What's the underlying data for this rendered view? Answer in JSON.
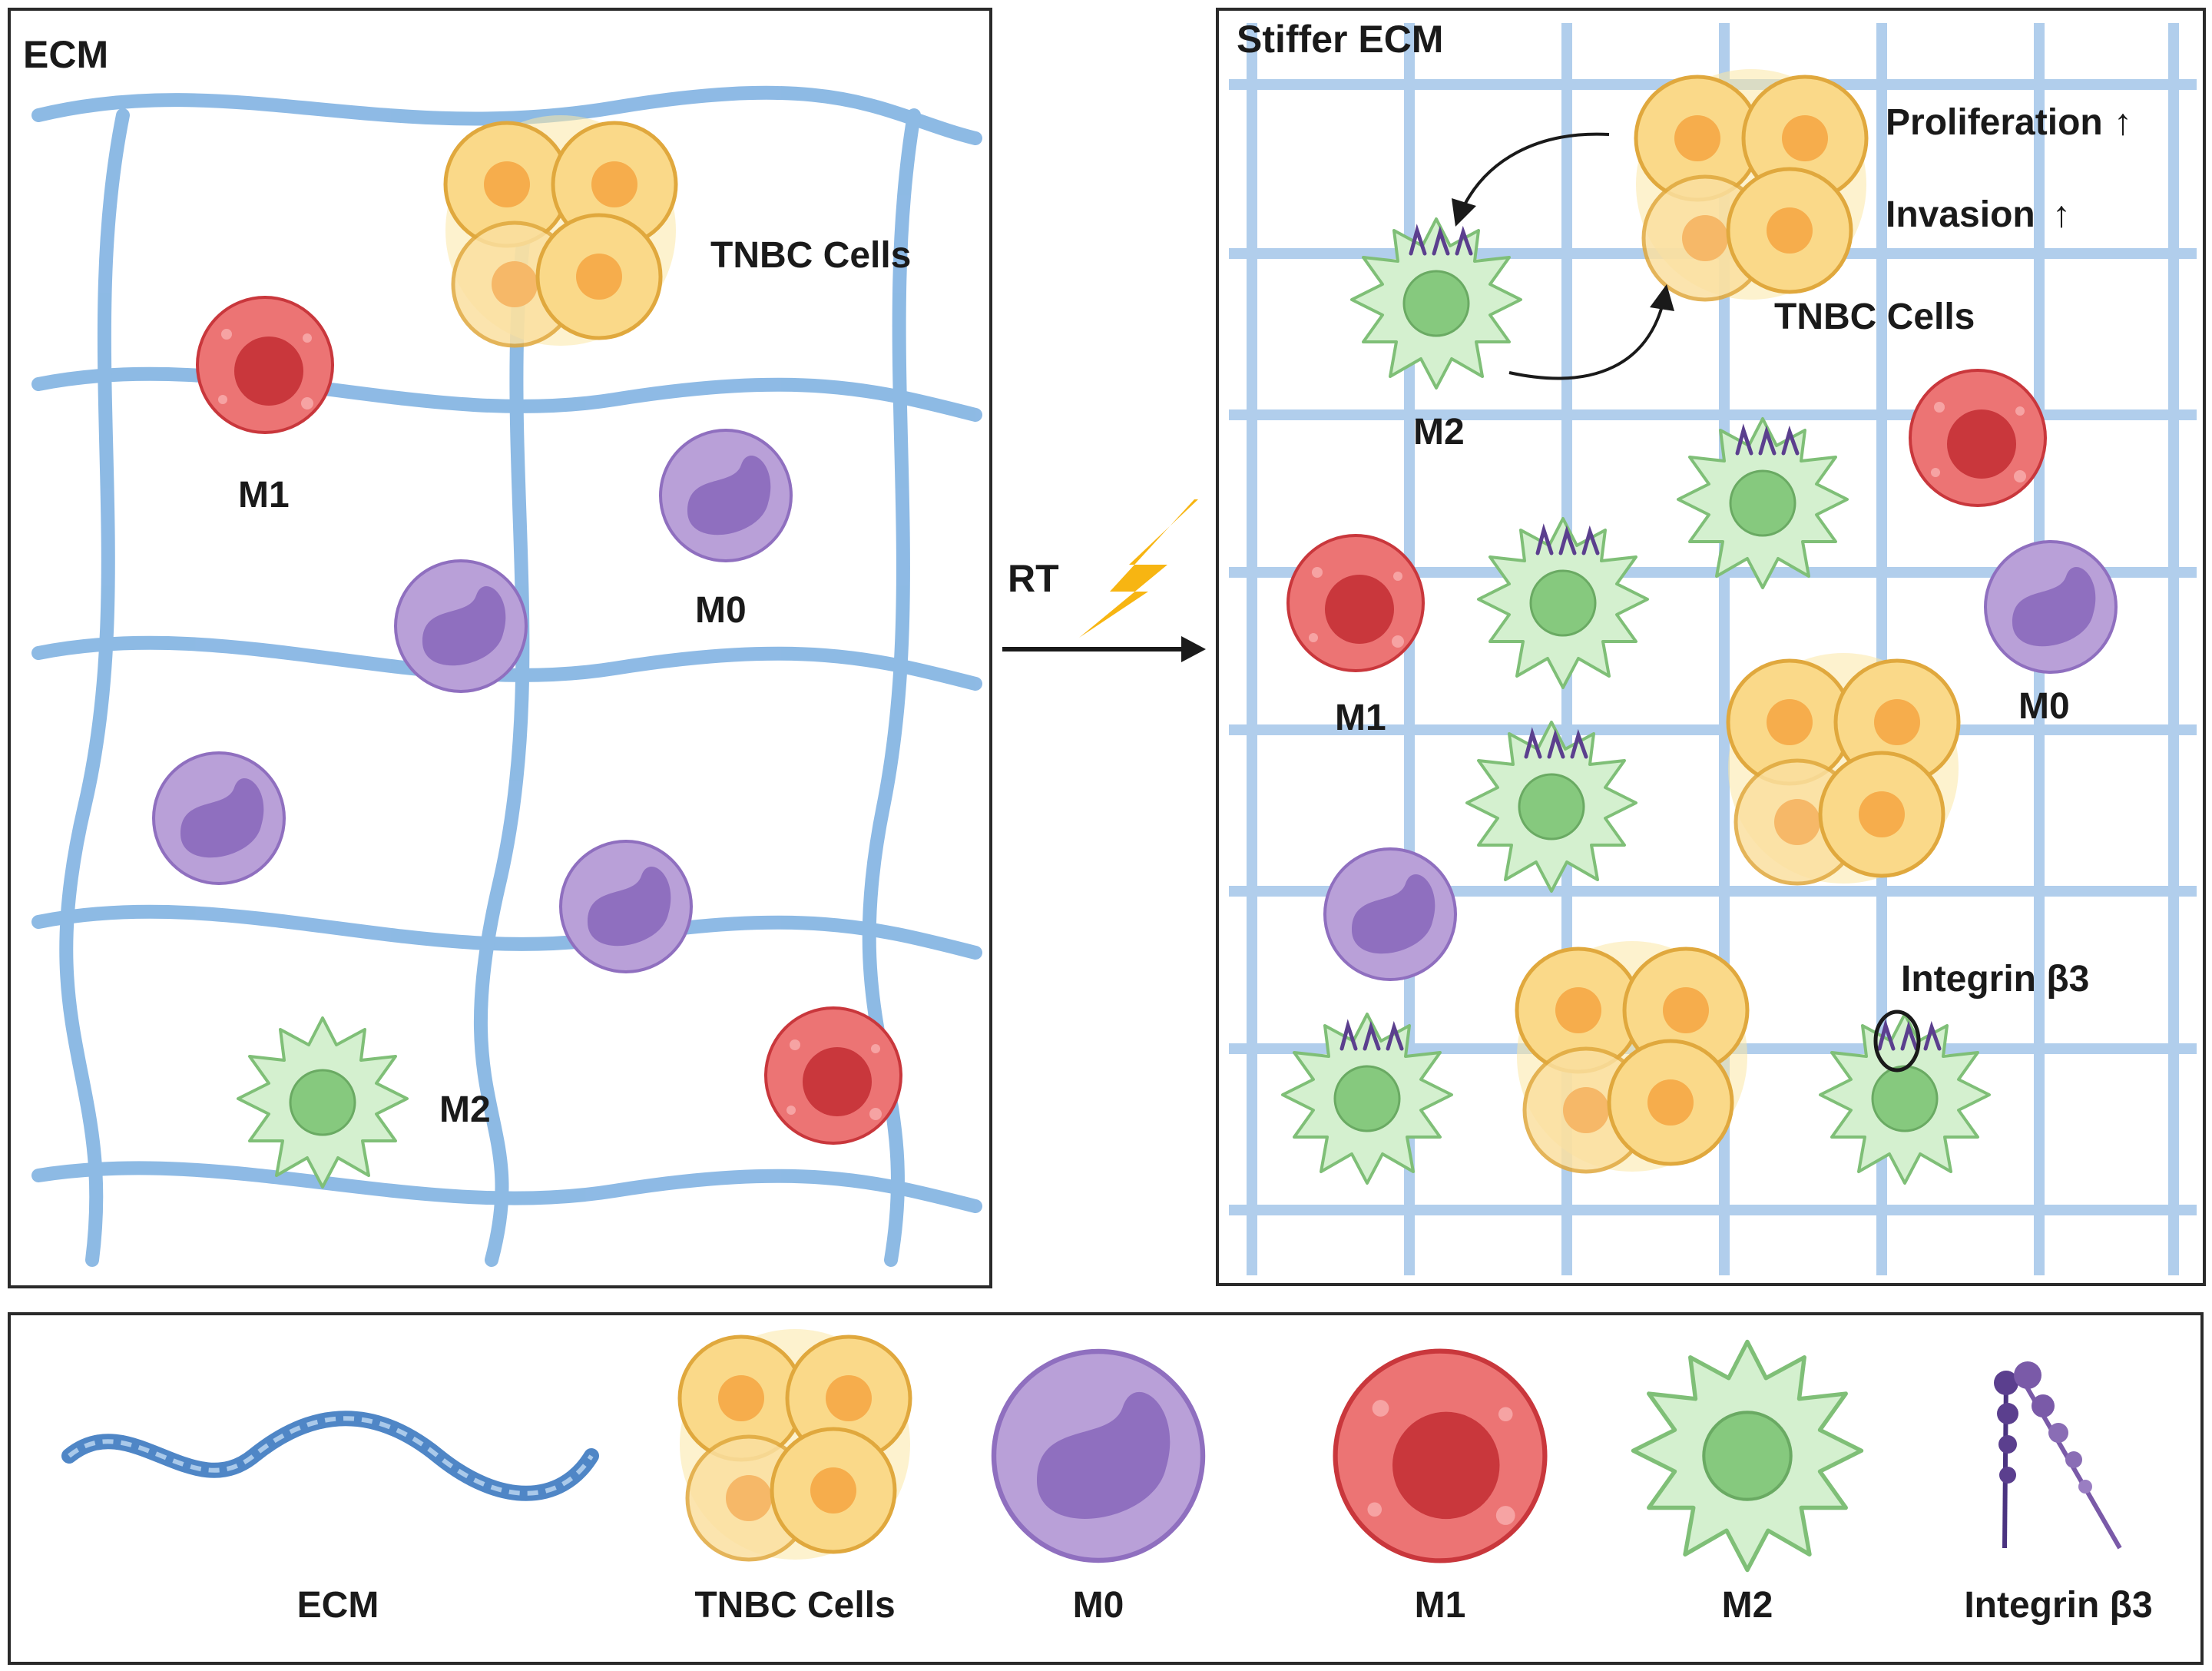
{
  "left_panel": {
    "title": "ECM",
    "labels": {
      "tnbc": "TNBC Cells",
      "m1": "M1",
      "m0": "M0",
      "m2": "M2"
    }
  },
  "arrow": {
    "label": "RT"
  },
  "right_panel": {
    "title": "Stiffer ECM",
    "proliferation": "Proliferation",
    "invasion": "Invasion",
    "up_arrow": "↑",
    "labels": {
      "m2": "M2",
      "tnbc": "TNBC Cells",
      "m1": "M1",
      "m0": "M0",
      "integrin": "Integrin β3"
    }
  },
  "legend": {
    "items": [
      "ECM",
      "TNBC Cells",
      "M0",
      "M1",
      "M2",
      "Integrin β3"
    ]
  },
  "colors": {
    "ecm_fiber": "#6fa3d8",
    "ecm_fiber_light": "#a9c9ea",
    "tnbc_cell": "#f8d77a",
    "tnbc_nucleus": "#f5a742",
    "m0_cell": "#b9a0d8",
    "m0_nucleus": "#8f6fbf",
    "m1_cell": "#ec7474",
    "m1_nucleus": "#c9373c",
    "m2_cell": "#d4f0cf",
    "m2_nucleus": "#86c97e",
    "integrin": "#5b3f8e",
    "lightning": "#f7b512"
  }
}
